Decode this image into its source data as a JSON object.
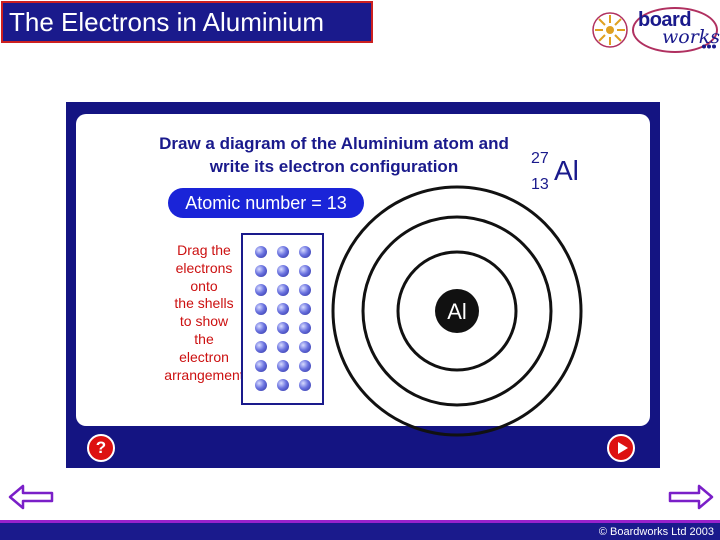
{
  "header": {
    "title": "The Electrons in Aluminium"
  },
  "logo": {
    "word_top": "board",
    "word_bottom": "works"
  },
  "activity": {
    "question_line1": "Draw a diagram of the Aluminium atom and",
    "question_line2": "write its electron configuration",
    "mass_number": "27",
    "atomic_number": "13",
    "element_symbol": "Al",
    "atomic_number_badge": "Atomic number = 13",
    "instructions": [
      "Drag the",
      "electrons",
      "onto",
      "the shells",
      "to show",
      "the",
      "electron",
      "arrangement"
    ],
    "nucleus_label": "Al",
    "electron_count": 24,
    "shell_count": 3
  },
  "controls": {
    "help_label": "?"
  },
  "footer": {
    "copyright": "© Boardworks Ltd 2003"
  },
  "colors": {
    "navy": "#1a1a8c",
    "accent_red": "#dd1111",
    "badge_blue": "#1a24d8",
    "instruction_red": "#cc1010",
    "footer_purple": "#9922cc"
  },
  "icons": {
    "prev": "left-arrow-icon",
    "next": "right-arrow-icon",
    "play": "play-icon",
    "help": "question-icon"
  }
}
